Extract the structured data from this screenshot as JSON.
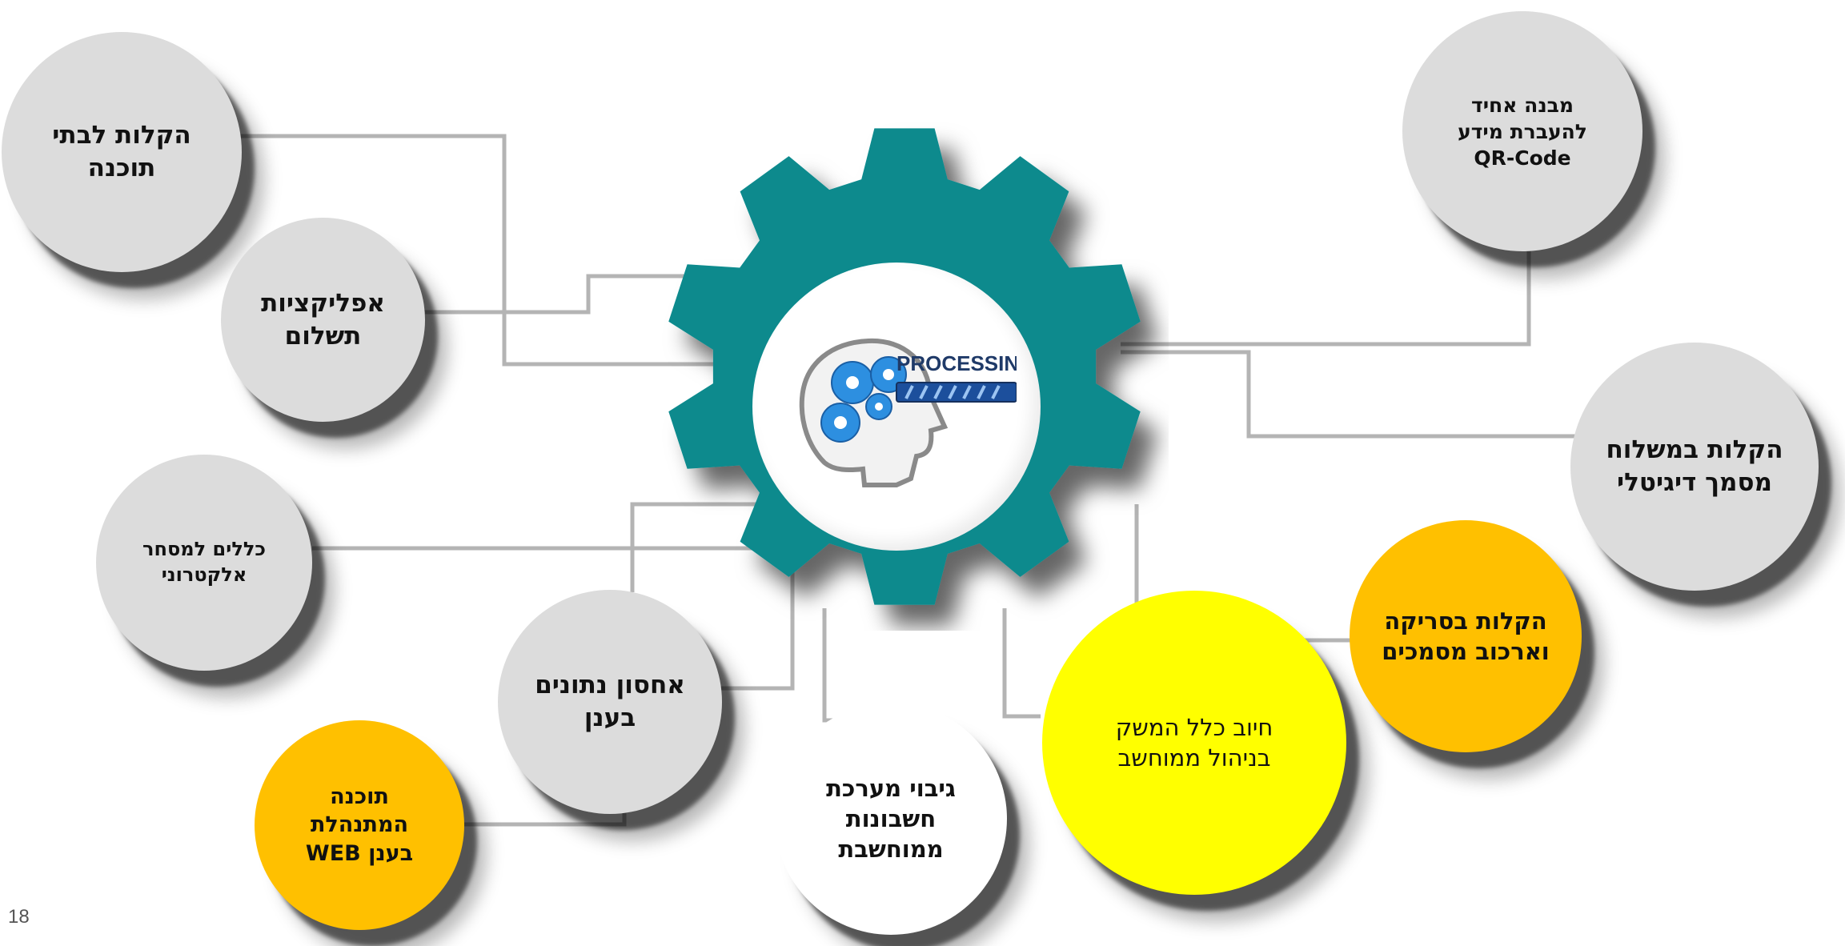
{
  "hub": {
    "image": "processing-head-icon",
    "label": "PROCESSING..."
  },
  "colors": {
    "gear": "#078a8d",
    "grey_bubble": "#dcdcdc",
    "orange_bubble": "#ffc000",
    "yellow_bubble": "#ffff00",
    "connector": "#b4b4b4"
  },
  "bubbles": {
    "software_houses": {
      "line1": "הקלות לבתי",
      "line2": "תוכנה"
    },
    "payment_apps": {
      "line1": "אפליקציות",
      "line2": "תשלום"
    },
    "ecommerce_rules": {
      "line1": "כללים למסחר",
      "line2": "אלקטרוני"
    },
    "cloud_storage": {
      "line1": "אחסון נתונים",
      "line2": "בענן"
    },
    "web_software": {
      "line1": "תוכנה",
      "line2": "המתנהלת",
      "line3": "בענן WEB"
    },
    "computerized_backup": {
      "line1": "גיבוי מערכת",
      "line2": "חשבונות",
      "line3": "ממוחשבת"
    },
    "mandatory_computerized": {
      "line1": "חיוב כלל המשק",
      "line2": "בניהול ממוחשב"
    },
    "scanning_archiving": {
      "line1": "הקלות בסריקה",
      "line2": "וארכוב מסמכים"
    },
    "digital_document": {
      "line1": "הקלות במשלוח",
      "line2": "מסמך דיגיטלי"
    },
    "qr_code": {
      "line1": "מבנה אחיד",
      "line2": "להעברת מידע",
      "line3": "QR-Code"
    }
  },
  "page_number": "18"
}
